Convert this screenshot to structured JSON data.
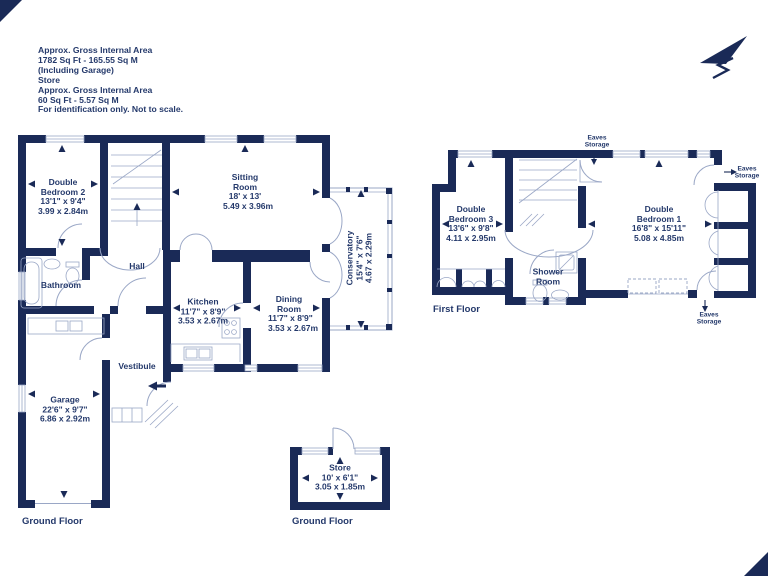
{
  "colors": {
    "wall": "#1a2a57",
    "text": "#24396b",
    "line": "#9aa7c6"
  },
  "header": {
    "lines": [
      "Approx. Gross Internal Area",
      "1782 Sq Ft  -  165.55 Sq M",
      "(Including Garage)",
      "Store",
      "Approx. Gross Internal Area",
      "60 Sq Ft  -  5.57 Sq M",
      "For identification only. Not to scale."
    ]
  },
  "compass": {
    "icon": "north-arrow"
  },
  "ground": {
    "floor_label": "Ground Floor",
    "rooms": {
      "bedroom2": {
        "name": "Double Bedroom 2",
        "imperial": "13'1\" x 9'4\"",
        "metric": "3.99 x 2.84m"
      },
      "sitting": {
        "name": "Sitting Room",
        "imperial": "18' x 13'",
        "metric": "5.49 x 3.96m"
      },
      "conservatory": {
        "name": "Conservatory",
        "imperial": "15'4\" x 7'6\"",
        "metric": "4.67 x 2.29m"
      },
      "hall": {
        "name": "Hall"
      },
      "bathroom": {
        "name": "Bathroom"
      },
      "kitchen": {
        "name": "Kitchen",
        "imperial": "11'7\" x 8'9\"",
        "metric": "3.53 x 2.67m"
      },
      "dining": {
        "name": "Dining Room",
        "imperial": "11'7\" x 8'9\"",
        "metric": "3.53 x 2.67m"
      },
      "vestibule": {
        "name": "Vestibule"
      },
      "garage": {
        "name": "Garage",
        "imperial": "22'6\" x 9'7\"",
        "metric": "6.86 x 2.92m"
      }
    }
  },
  "store_building": {
    "floor_label": "Ground Floor",
    "rooms": {
      "store": {
        "name": "Store",
        "imperial": "10' x 6'1\"",
        "metric": "3.05 x 1.85m"
      }
    }
  },
  "first": {
    "floor_label": "First Floor",
    "eaves_label": "Eaves Storage",
    "rooms": {
      "bedroom3": {
        "name": "Double Bedroom 3",
        "imperial": "13'6\" x 9'8\"",
        "metric": "4.11 x 2.95m"
      },
      "bedroom1": {
        "name": "Double Bedroom 1",
        "imperial": "16'8\" x 15'11\"",
        "metric": "5.08 x 4.85m"
      },
      "shower": {
        "name": "Shower Room"
      }
    }
  }
}
